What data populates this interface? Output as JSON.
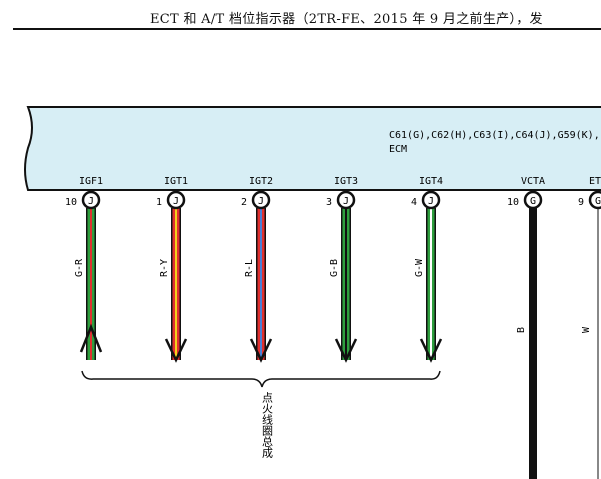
{
  "header": {
    "title": "ECT 和 A/T 档位指示器（2TR-FE、2015 年 9 月之前生产），发"
  },
  "ecm": {
    "connectors": "C61(G),C62(H),C63(I),C64(J),G59(K),",
    "name": "ECM",
    "fill_color": "#d7eef5"
  },
  "pins": [
    {
      "label": "IGF1",
      "number": "10",
      "connector": "J",
      "wire": "G-R",
      "colors": [
        "#2e9e3e",
        "#e0302f"
      ],
      "arrow": "up"
    },
    {
      "label": "IGT1",
      "number": "1",
      "connector": "J",
      "wire": "R-Y",
      "colors": [
        "#e0302f",
        "#f2d21c"
      ],
      "arrow": "down"
    },
    {
      "label": "IGT2",
      "number": "2",
      "connector": "J",
      "wire": "R-L",
      "colors": [
        "#e0302f",
        "#4a7fd4"
      ],
      "arrow": "down"
    },
    {
      "label": "IGT3",
      "number": "3",
      "connector": "J",
      "wire": "G-B",
      "colors": [
        "#2e9e3e",
        "#111111"
      ],
      "arrow": "down"
    },
    {
      "label": "IGT4",
      "number": "4",
      "connector": "J",
      "wire": "G-W",
      "colors": [
        "#2e9e3e",
        "#ffffff"
      ],
      "arrow": "down"
    },
    {
      "label": "VCTA",
      "number": "10",
      "connector": "G",
      "wire": "B",
      "colors": [
        "#111111"
      ],
      "arrow": "none"
    },
    {
      "label": "ETA",
      "number": "9",
      "connector": "G",
      "wire": "W",
      "colors": [
        "#ffffff"
      ],
      "arrow": "none"
    }
  ],
  "component": {
    "name": "点火线圈总成"
  }
}
